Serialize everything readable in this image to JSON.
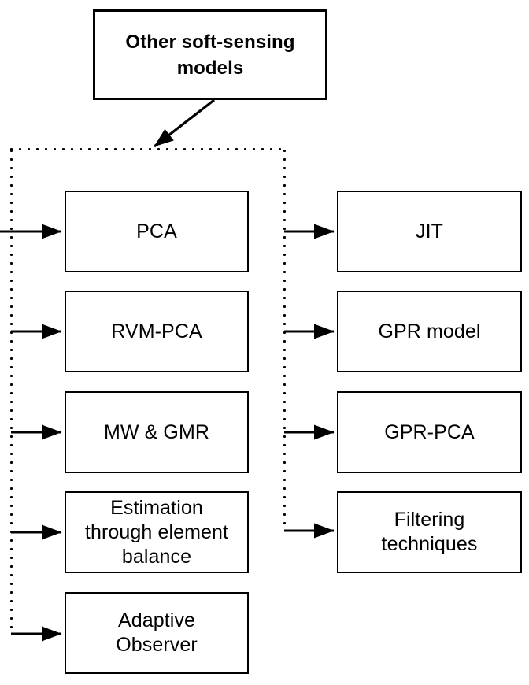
{
  "diagram": {
    "title": "Other soft-sensing models taxonomy",
    "background_color": "#ffffff",
    "stroke_color": "#000000",
    "root": {
      "label": "Other soft-sensing\nmodels",
      "bold": true
    },
    "group": {
      "border_style": "dotted",
      "note": "dotted rectangle enclosing the model category boxes"
    },
    "left_column": [
      {
        "label": "PCA"
      },
      {
        "label": "RVM-PCA"
      },
      {
        "label": "MW & GMR"
      },
      {
        "label": "Estimation\nthrough element\nbalance"
      },
      {
        "label": "Adaptive\nObserver"
      }
    ],
    "right_column": [
      {
        "label": "JIT"
      },
      {
        "label": "GPR model"
      },
      {
        "label": "GPR-PCA"
      },
      {
        "label": "Filtering\ntechniques"
      }
    ],
    "arrows": [
      {
        "name": "root-to-group",
        "from": "Other soft-sensing models",
        "to": "group-region"
      },
      {
        "name": "group-to-pca",
        "to": "PCA"
      },
      {
        "name": "group-to-rvm-pca",
        "to": "RVM-PCA"
      },
      {
        "name": "group-to-mw-gmr",
        "to": "MW & GMR"
      },
      {
        "name": "group-to-estimation",
        "to": "Estimation through element balance"
      },
      {
        "name": "group-to-adaptive-observer",
        "to": "Adaptive Observer"
      },
      {
        "name": "group-to-jit",
        "to": "JIT"
      },
      {
        "name": "group-to-gpr-model",
        "to": "GPR model"
      },
      {
        "name": "group-to-gpr-pca",
        "to": "GPR-PCA"
      },
      {
        "name": "group-to-filtering",
        "to": "Filtering techniques"
      }
    ]
  }
}
